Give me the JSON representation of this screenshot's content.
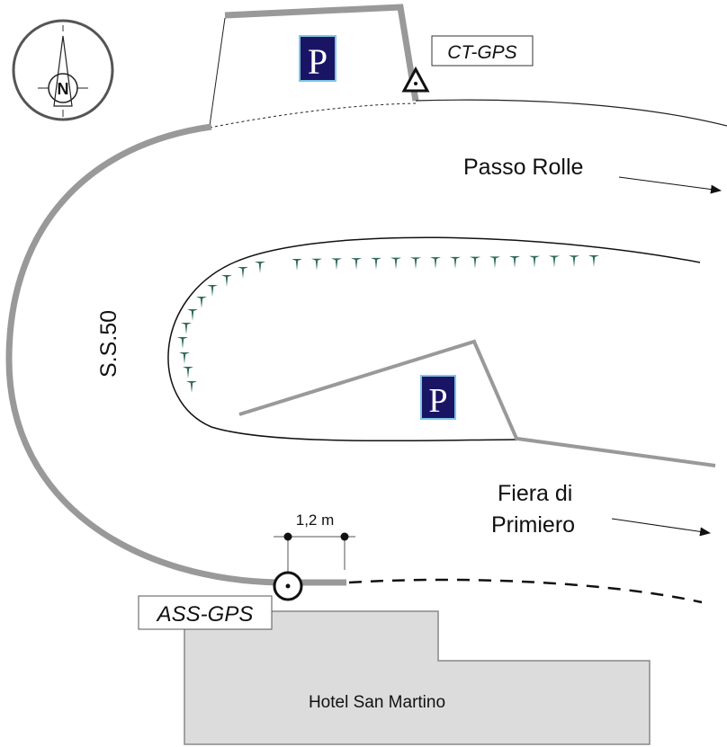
{
  "labels": {
    "ct_gps": "CT-GPS",
    "ass_gps": "ASS-GPS",
    "passo_rolle": "Passo Rolle",
    "fiera_line1": "Fiera di",
    "fiera_line2": "Primiero",
    "road": "S.S.50",
    "distance": "1,2 m",
    "hotel": "Hotel San Martino",
    "parking_symbol": "P",
    "compass_letter": "N"
  },
  "colors": {
    "road": "#999999",
    "parking_sign": "#1a1464",
    "tree": "#2f6b5e",
    "hotel": "#dcdcdc"
  },
  "icons": [
    "compass-icon",
    "parking-sign-icon",
    "triangle-gps-point-icon",
    "circle-gps-point-icon",
    "tree-icon",
    "arrow-icon"
  ]
}
